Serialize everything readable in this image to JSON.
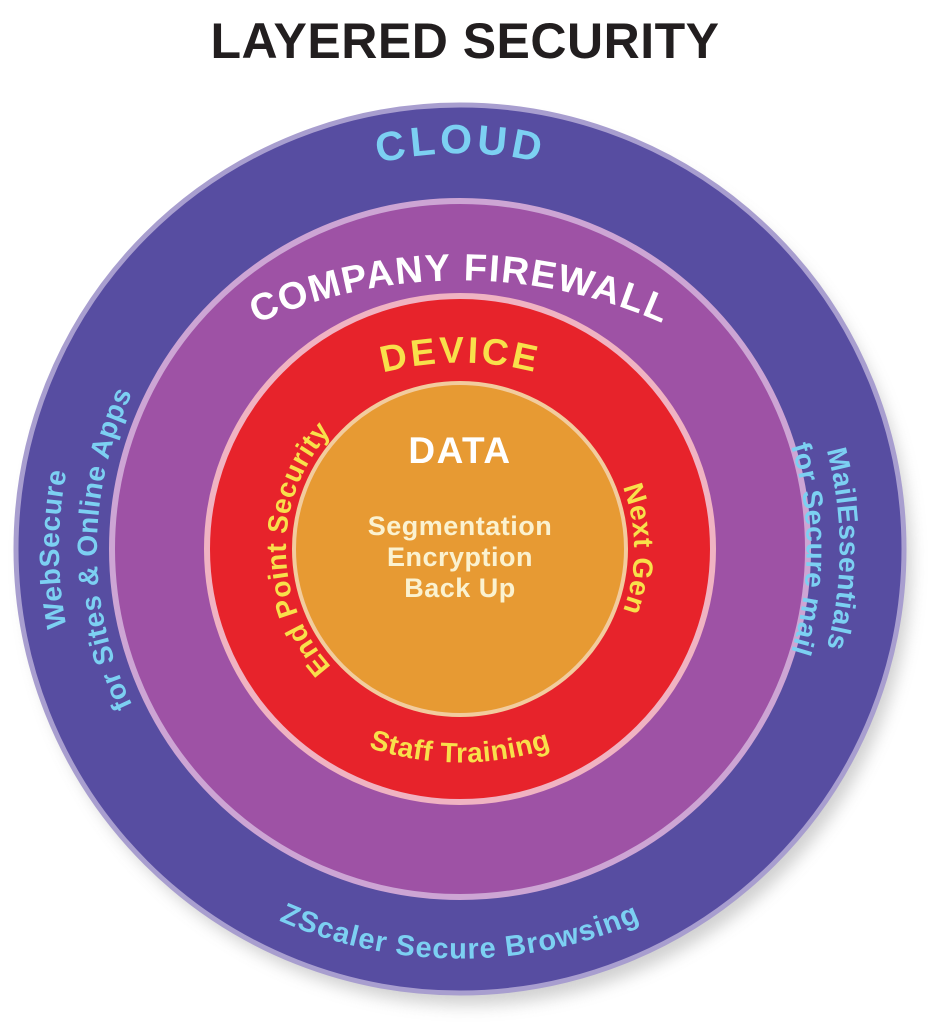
{
  "title": "LAYERED SECURITY",
  "colors": {
    "title_text": "#221e1f",
    "cloud_ring": "#574da1",
    "cloud_rim": "#a89ecf",
    "firewall_ring": "#9e52a5",
    "firewall_rim": "#cda5d4",
    "device_ring": "#e7232b",
    "device_rim": "#f0b3c2",
    "data_core": "#e79a33",
    "data_core_rim": "#f2cc9e",
    "blue_label": "#7cd0f2",
    "white_label": "#ffffff",
    "yellow_label": "#f8e04b",
    "cream_label": "#fbf2d0"
  },
  "rings": {
    "cloud": {
      "label": "CLOUD",
      "left_line1": "WebSecure",
      "left_line2": "for Sites & Online Apps",
      "right_line1": "MailEssentials",
      "right_line2": "for Secure mail",
      "bottom": "ZScaler Secure Browsing"
    },
    "firewall": {
      "label": "COMPANY FIREWALL"
    },
    "device": {
      "label": "DEVICE",
      "left": "End Point Security",
      "right": "Next Gen",
      "bottom": "Staff Training"
    },
    "core": {
      "label": "DATA",
      "items": [
        "Segmentation",
        "Encryption",
        "Back Up"
      ]
    }
  }
}
